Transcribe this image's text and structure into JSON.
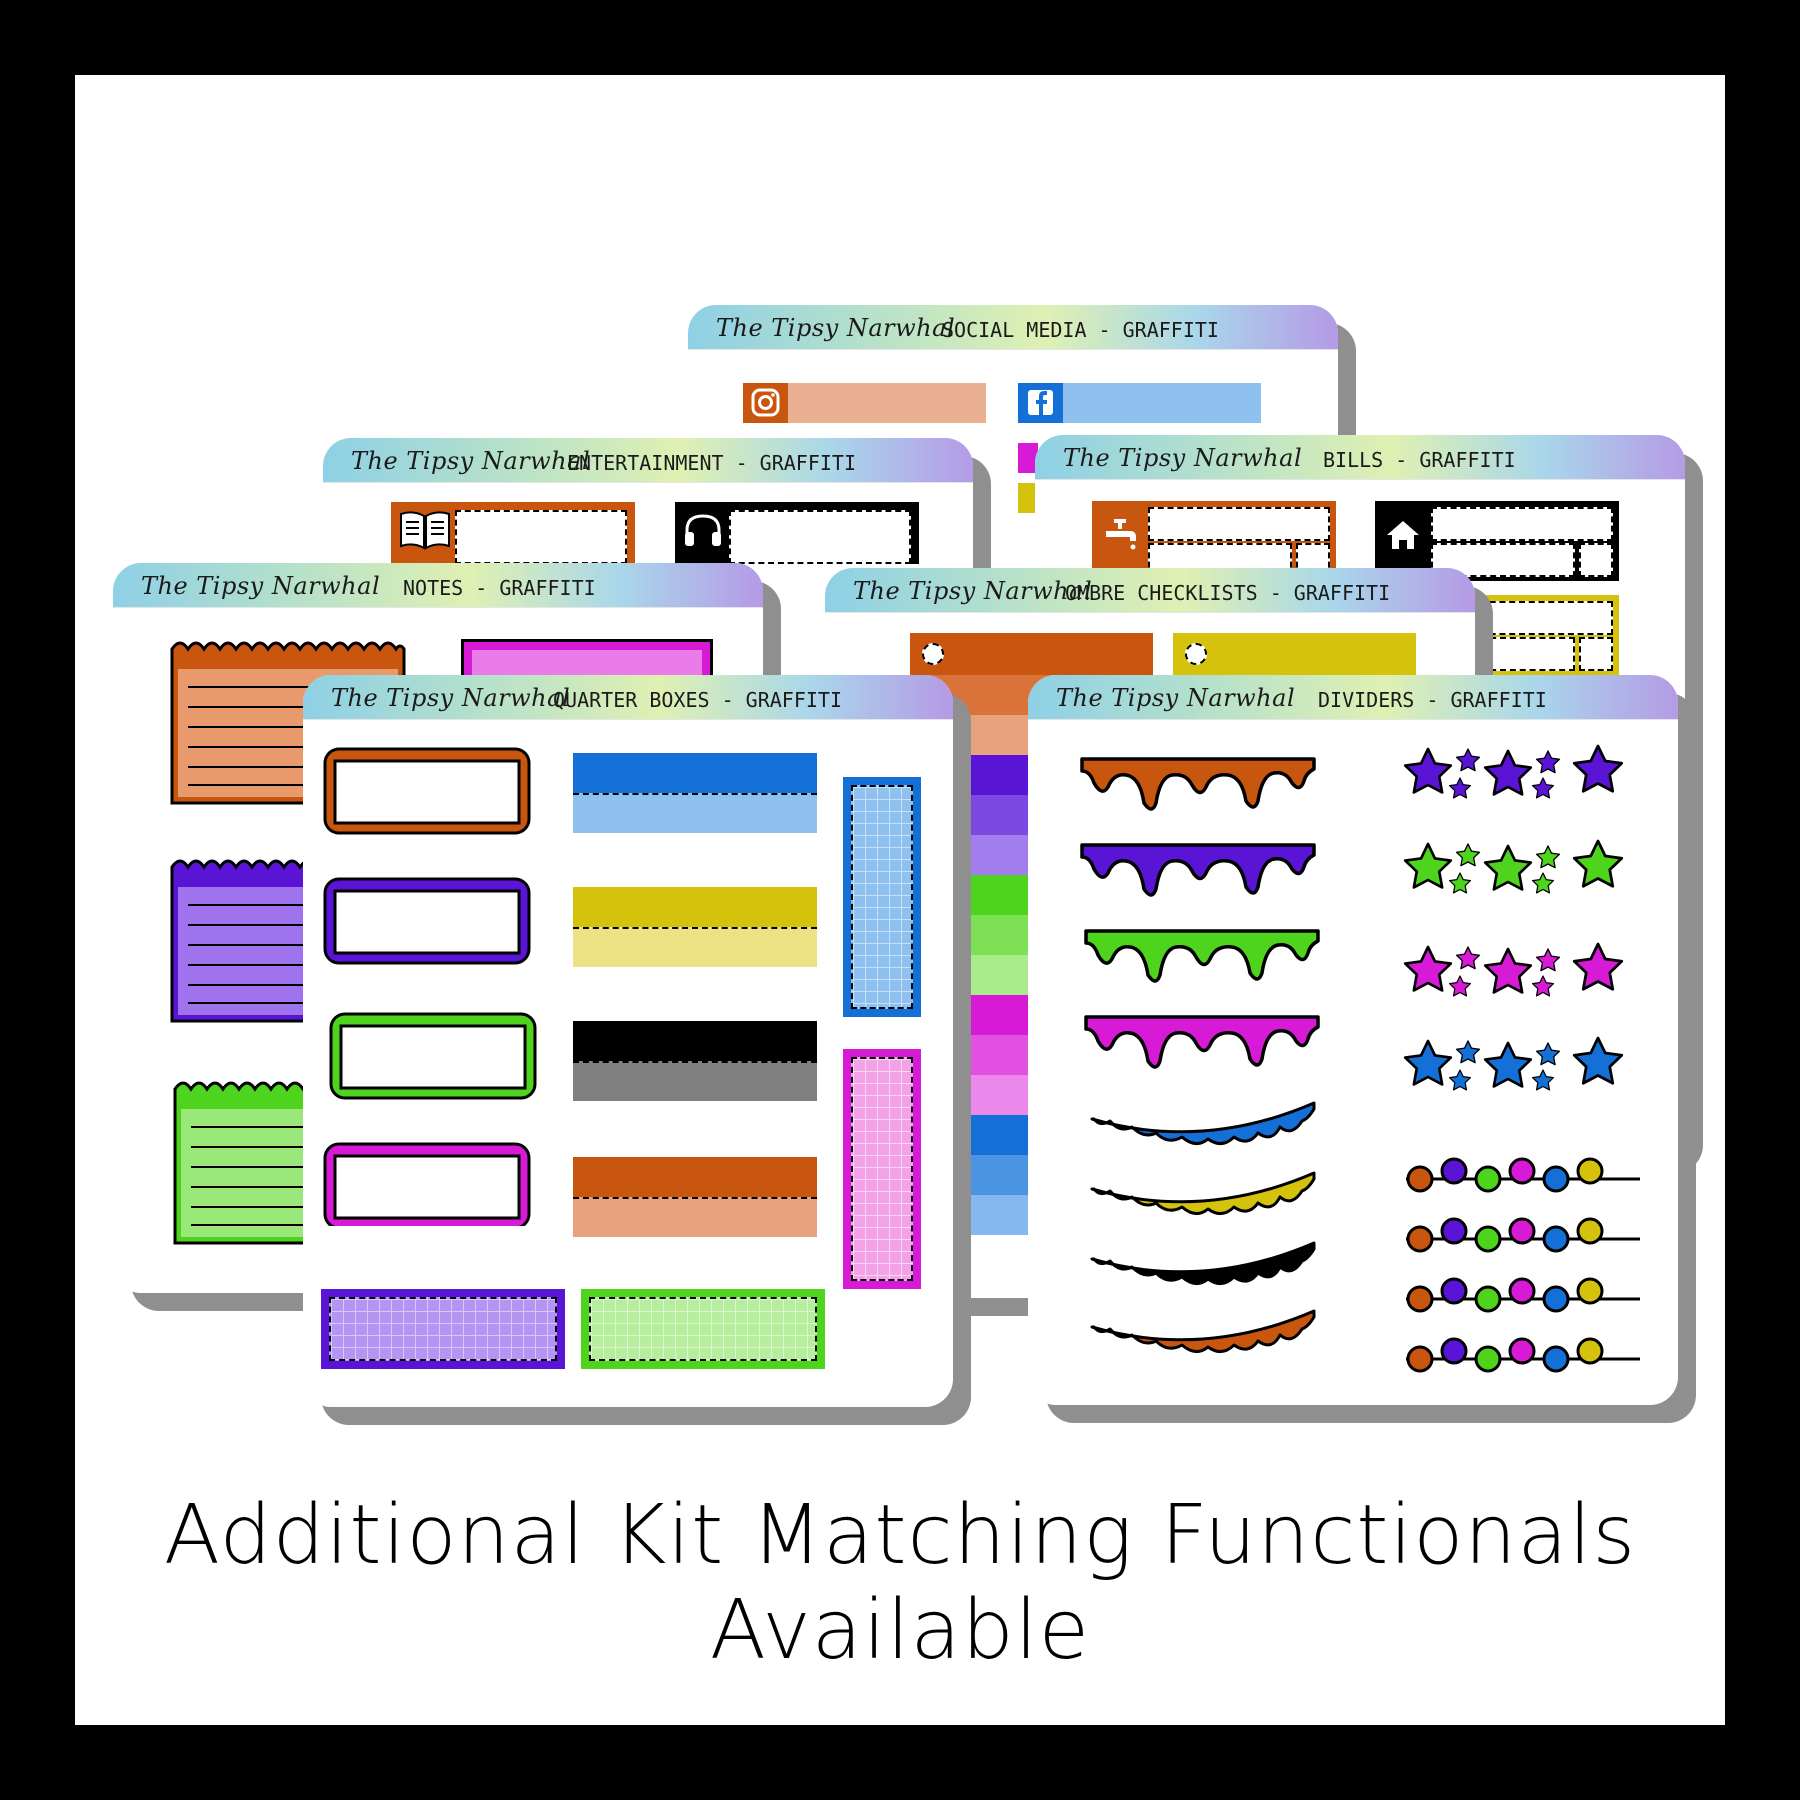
{
  "brand": "The Tipsy Narwhal",
  "sheets": {
    "social_media": "SOCIAL MEDIA - GRAFFITI",
    "entertainment": "ENTERTAINMENT - GRAFFITI",
    "bills": "BILLS - GRAFFITI",
    "notes": "NOTES - GRAFFITI",
    "ombre_checklists": "OMBRE CHECKLISTS - GRAFFITI",
    "quarter_boxes": "QUARTER BOXES - GRAFFITI",
    "dividers": "DIVIDERS - GRAFFITI"
  },
  "icons": [
    "instagram-icon",
    "facebook-icon",
    "book-icon",
    "headphones-icon",
    "faucet-icon",
    "house-icon"
  ],
  "colors": {
    "orange": "#c9560e",
    "purple": "#5a14d6",
    "green": "#4fd41e",
    "magenta": "#d61ad6",
    "blue": "#1470d6",
    "yellow": "#d4c20c",
    "black": "#000000"
  },
  "caption": "Additional Kit Matching Functionals Available"
}
